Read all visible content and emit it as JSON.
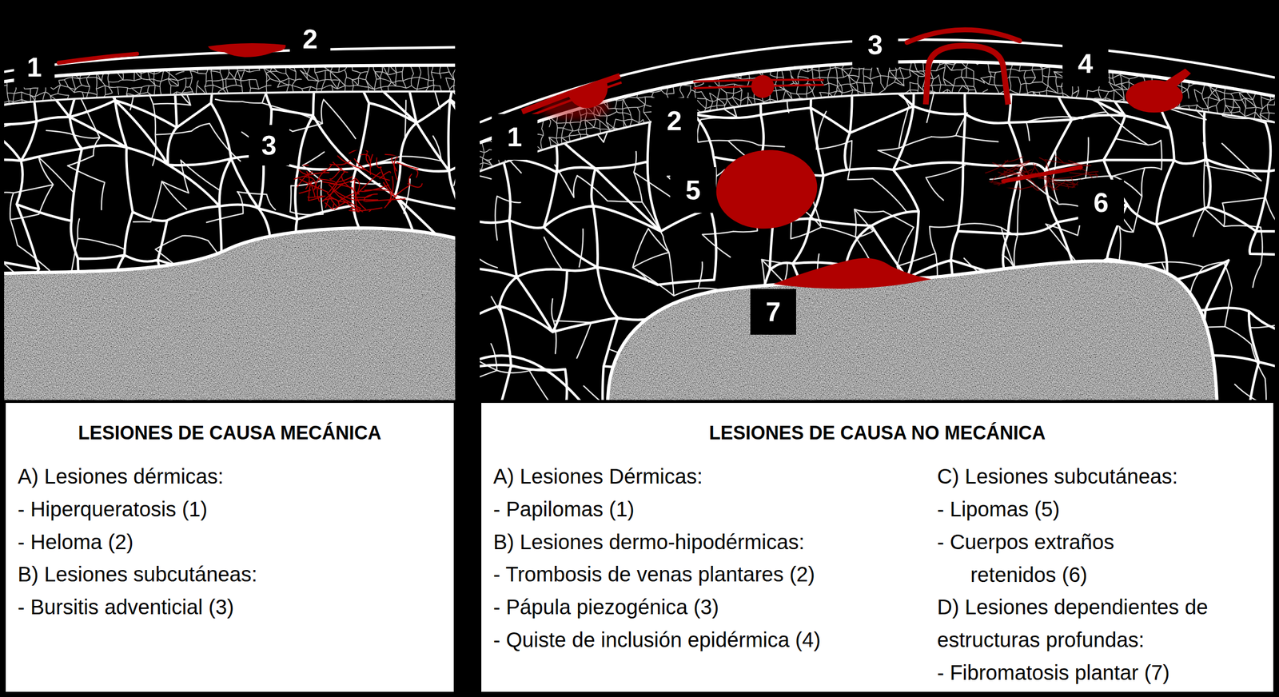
{
  "diagram": {
    "nodes": [
      {
        "text": [
          "LESIONES DE CAUSA MECÁNICA",
          "A) Lesiones dérmicas:",
          "- Hiperqueratosis (1)",
          "- Heloma (2)",
          "B) Lesiones subcutáneas:",
          "- Bursitis adventicial (3)"
        ]
      },
      {
        "text": [
          "LESIONES DE CAUSA NO MECÁNICA",
          "A) Lesiones Dérmicas:",
          "- Papilomas (1)",
          "B) Lesiones dermo-hipodérmicas:",
          "- Trombosis de venas plantares (2)",
          "- Pápula piezogénica (3)",
          "- Quiste de inclusión epidérmica (4)",
          "C) Lesiones subcutáneas:",
          "- Lipomas (5)",
          "- Cuerpos extraños retenidos (6)",
          "D) Lesiones dependientes de estructuras profundas:",
          "- Fibromatosis plantar (7)"
        ]
      }
    ],
    "labels": [
      "1",
      "2",
      "3",
      "1",
      "2",
      "3",
      "4",
      "5",
      "6",
      "7"
    ]
  }
}
